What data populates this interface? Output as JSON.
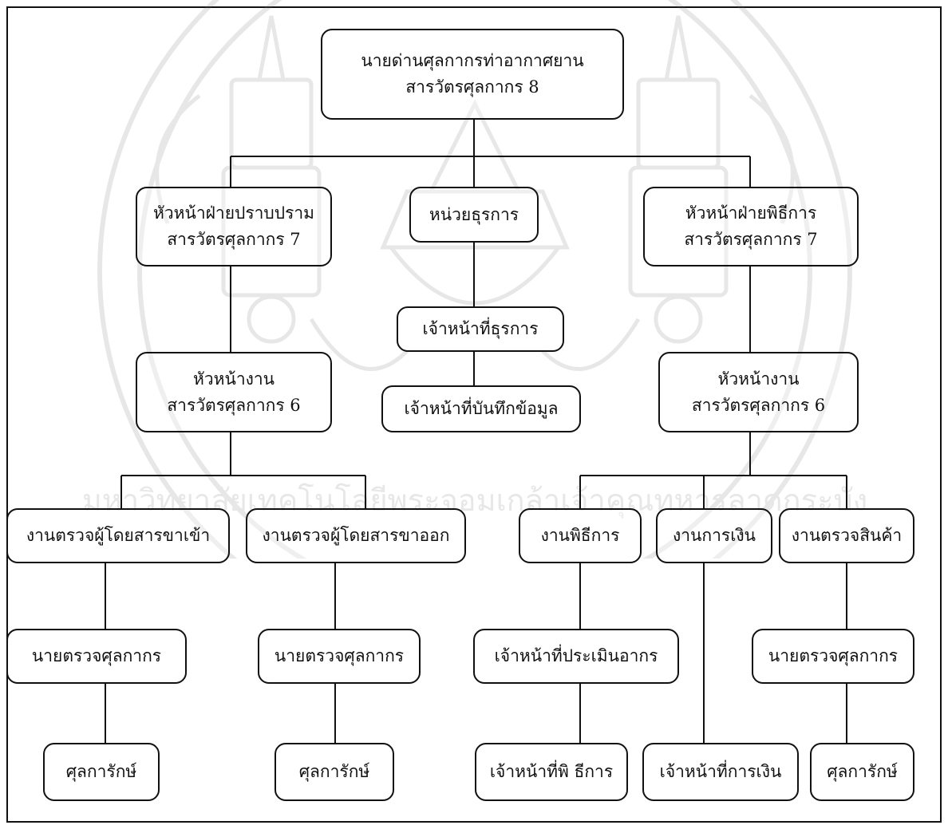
{
  "diagram": {
    "nodes": {
      "director": {
        "line1": "นายด่านศุลกากรท่าอากาศยาน",
        "line2": "สารวัตรศุลกากร 8"
      },
      "suppression_head": {
        "line1": "หัวหน้าฝ่ายปราบปราม",
        "line2": "สารวัตรศุลกากร 7"
      },
      "admin_unit": {
        "line1": "หน่วยธุรการ"
      },
      "formalities_head": {
        "line1": "หัวหน้าฝ่ายพิธีการ",
        "line2": "สารวัตรศุลกากร 7"
      },
      "admin_officer": {
        "line1": "เจ้าหน้าที่ธุรการ"
      },
      "data_entry_officer": {
        "line1": "เจ้าหน้าที่บันทึกข้อมูล"
      },
      "work_head_left": {
        "line1": "หัวหน้างาน",
        "line2": "สารวัตรศุลกากร 6"
      },
      "work_head_right": {
        "line1": "หัวหน้างาน",
        "line2": "สารวัตรศุลกากร 6"
      },
      "inbound_inspection": {
        "line1": "งานตรวจผู้โดยสารขาเข้า"
      },
      "outbound_inspection": {
        "line1": "งานตรวจผู้โดยสารขาออก"
      },
      "formalities_work": {
        "line1": "งานพิธีการ"
      },
      "finance_work": {
        "line1": "งานการเงิน"
      },
      "goods_inspection": {
        "line1": "งานตรวจสินค้า"
      },
      "inspector_1": {
        "line1": "นายตรวจศุลกากร"
      },
      "inspector_2": {
        "line1": "นายตรวจศุลกากร"
      },
      "duty_assessor": {
        "line1": "เจ้าหน้าที่ประเมินอากร"
      },
      "inspector_3": {
        "line1": "นายตรวจศุลกากร"
      },
      "guard_1": {
        "line1": "ศุลการักษ์"
      },
      "guard_2": {
        "line1": "ศุลการักษ์"
      },
      "formalities_officer": {
        "line1": "เจ้าหน้าที่พิ ธีการ"
      },
      "finance_officer": {
        "line1": "เจ้าหน้าที่การเงิน"
      },
      "guard_3": {
        "line1": "ศุลการักษ์"
      }
    }
  },
  "watermark": {
    "description_icon": "university-seal-icon",
    "text": "มหาวิทยาลัยเทคโนโลยีพระจอมเกล้าเจ้าคุณทหารลาดกระบัง"
  },
  "colors": {
    "line": "#111111",
    "watermark": "#8a8a8a"
  }
}
